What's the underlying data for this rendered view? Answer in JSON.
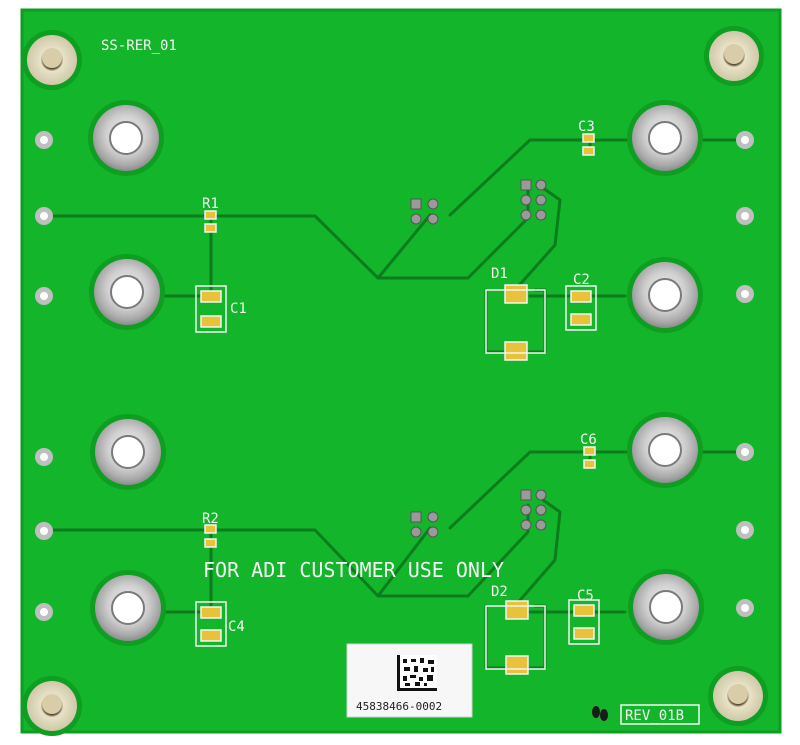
{
  "board": {
    "name": "SS-RER_01",
    "revision": "REV_01B",
    "notice": "FOR ADI CUSTOMER USE ONLY",
    "serial": "45838466-0002",
    "colors": {
      "solder_mask": "#13b52a",
      "mask_dark": "#0e9e22",
      "trace": "#0b7d1c",
      "silkscreen": "#f4f4f4",
      "pad_gold": "#e8c23a",
      "metal": "#c9c9c9"
    }
  },
  "designators": {
    "r1": "R1",
    "r2": "R2",
    "c1": "C1",
    "c2": "C2",
    "c3": "C3",
    "c4": "C4",
    "c5": "C5",
    "c6": "C6",
    "d1": "D1",
    "d2": "D2"
  }
}
